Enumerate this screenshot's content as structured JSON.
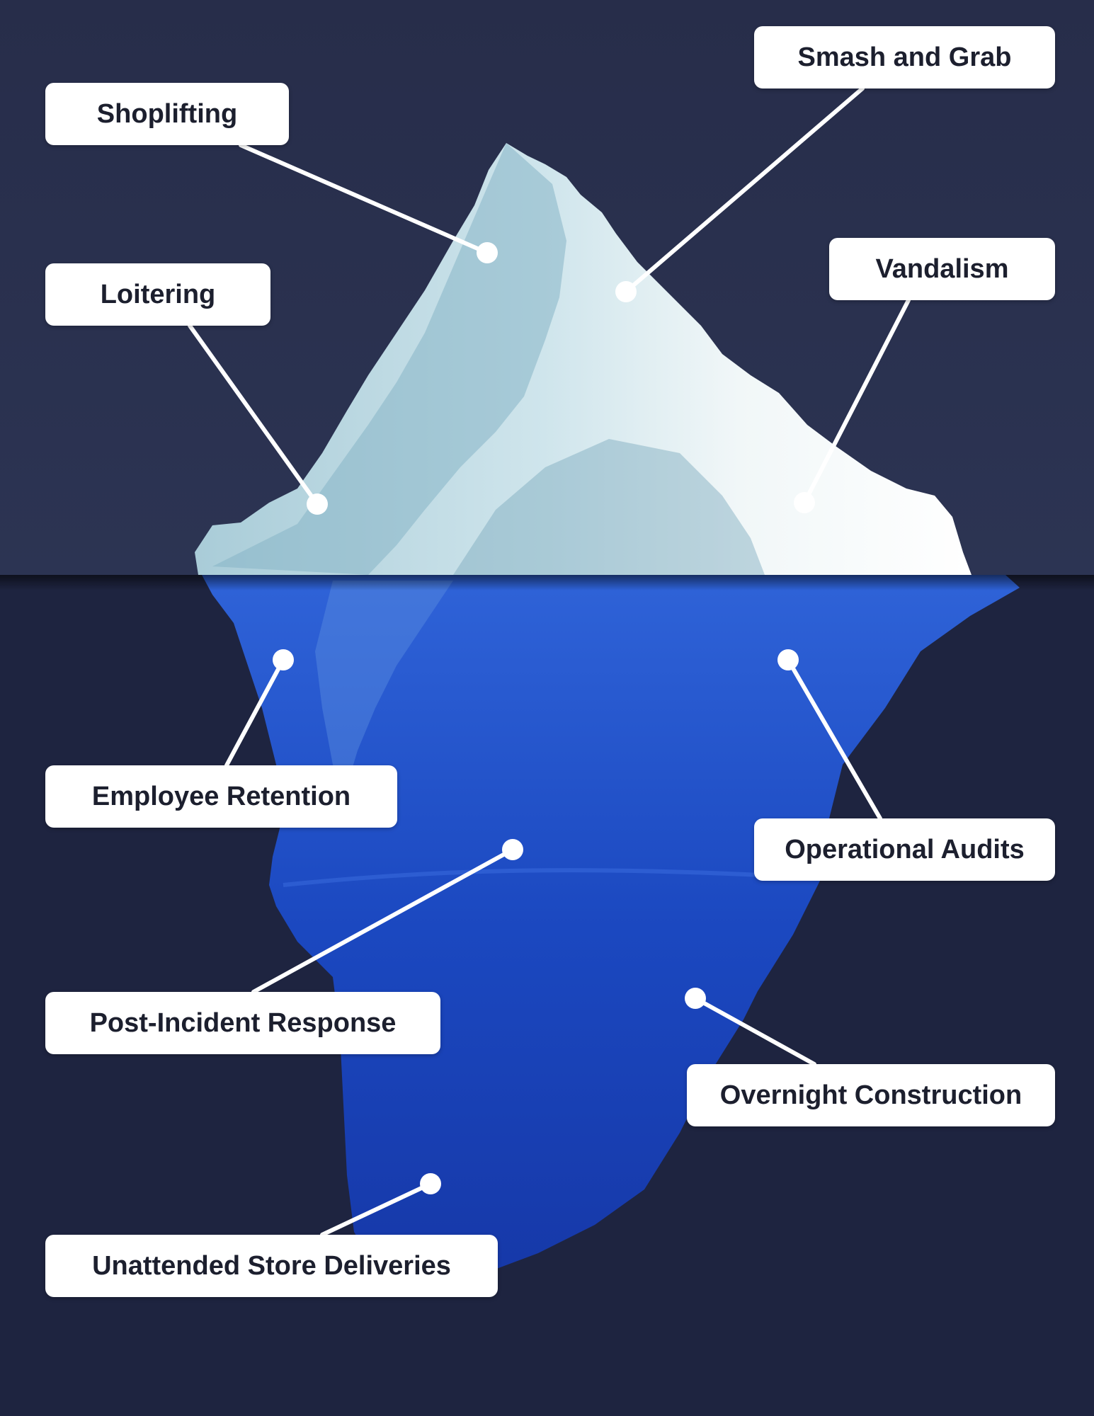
{
  "colors": {
    "sky": "#2a3150",
    "deep_water": "#1e2440",
    "ice_light": "#eef6f8",
    "ice_shadow": "#8fbccb",
    "underwater_ice": "#1f4fc8",
    "label_bg": "#ffffff",
    "label_text": "#1c1f2e",
    "connector": "#ffffff"
  },
  "above_water": {
    "items": [
      {
        "label": "Smash and Grab"
      },
      {
        "label": "Shoplifting"
      },
      {
        "label": "Vandalism"
      },
      {
        "label": "Loitering"
      }
    ]
  },
  "below_water": {
    "items": [
      {
        "label": "Employee Retention"
      },
      {
        "label": "Operational Audits"
      },
      {
        "label": "Post-Incident Response"
      },
      {
        "label": "Overnight Construction"
      },
      {
        "label": "Unattended Store Deliveries"
      }
    ]
  }
}
